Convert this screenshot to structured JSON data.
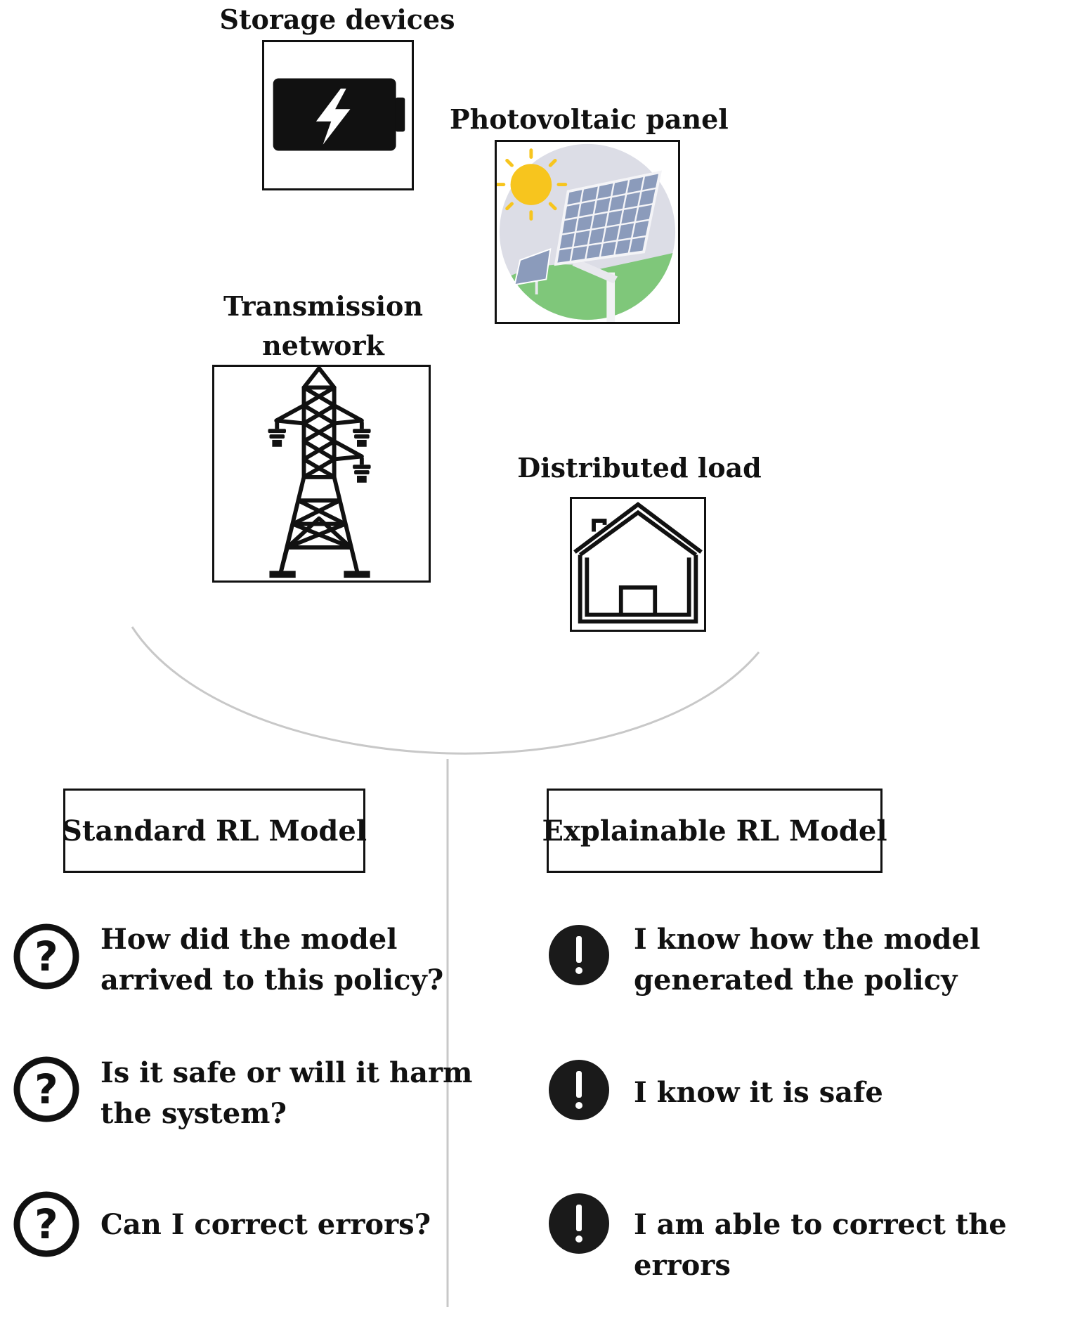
{
  "components": {
    "storage": {
      "label": "Storage devices",
      "icon": "battery-icon"
    },
    "photovoltaic": {
      "label": "Photovoltaic panel",
      "icon": "solar-panel-icon"
    },
    "transmission": {
      "label_line1": "Transmission",
      "label_line2": "network",
      "icon": "power-tower-icon"
    },
    "load": {
      "label": "Distributed load",
      "icon": "house-icon"
    }
  },
  "standard": {
    "title": "Standard RL Model",
    "icon": "question-icon",
    "items": [
      {
        "text": "How did the model\narrived to this policy?"
      },
      {
        "text": "Is it safe or will it harm\nthe system?"
      },
      {
        "text": "Can I correct errors?"
      }
    ]
  },
  "explainable": {
    "title": "Explainable RL Model",
    "icon": "exclamation-icon",
    "items": [
      {
        "text": "I know how the model\ngenerated the policy"
      },
      {
        "text": "I know it is safe"
      },
      {
        "text": "I am able to correct the errors"
      }
    ]
  },
  "colors": {
    "line": "#c8c8c8",
    "ink": "#111111",
    "sky": "#dcdde6",
    "grass": "#7fc77a",
    "sun": "#f7c51e",
    "panel": "#8b9bbb"
  }
}
